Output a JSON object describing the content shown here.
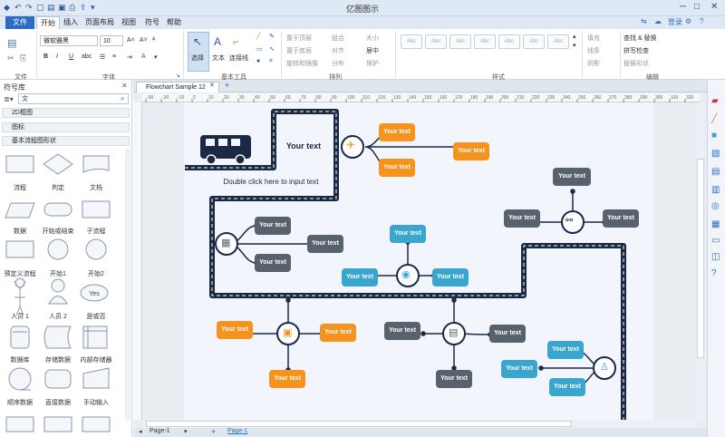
{
  "app": {
    "title": "亿图图示",
    "file_tab": "文件",
    "menu": [
      "开始",
      "插入",
      "页面布局",
      "视图",
      "符号",
      "帮助"
    ],
    "login": "登录"
  },
  "ribbon": {
    "font_name": "微软雅黑",
    "font_size": "10",
    "groups": {
      "file": "文件",
      "font": "字体",
      "basic_tools": "基本工具",
      "arrange": "排列",
      "style": "样式",
      "edit": "编辑"
    },
    "tools": {
      "select": "选择",
      "text": "文本",
      "connector": "连接线"
    },
    "arrange_items": [
      "置于顶层",
      "组合",
      "大小",
      "置于底层",
      "对齐",
      "居中",
      "旋转和镜像",
      "分布",
      "保护"
    ],
    "fill_items": [
      "填充",
      "线条",
      "阴影"
    ],
    "edit_items": [
      "查找 & 替换",
      "拼写检查",
      "替换形状"
    ],
    "style_sample": "Abc"
  },
  "library": {
    "title": "符号库",
    "search_value": "文",
    "sections": [
      "2D框图",
      "图标",
      "基本流程图形状"
    ],
    "shapes": [
      "流程",
      "判定",
      "文档",
      "数据",
      "开始或结束",
      "子流程",
      "预定义流程",
      "开始1",
      "开始2",
      "人员 1",
      "人员 2",
      "是或否",
      "数据库",
      "存储数据",
      "内部存储器",
      "顺序数据",
      "直接数据",
      "手动输入"
    ],
    "yes_label": "Yes"
  },
  "document": {
    "tab": "Flowchart Sample 12",
    "page_tab": "Page-1",
    "page_tab_active": "Page-1",
    "ruler_labels": [
      "-30",
      "-20",
      "-10",
      "0",
      "10",
      "20",
      "30",
      "40",
      "50",
      "60",
      "70",
      "80",
      "90",
      "100",
      "110",
      "120",
      "130",
      "140",
      "150",
      "160",
      "170",
      "180",
      "190",
      "200",
      "210",
      "220",
      "230",
      "240",
      "250",
      "260",
      "270",
      "280",
      "290",
      "300",
      "310",
      "320"
    ]
  },
  "diagram": {
    "main_text": "Your text",
    "hint": "Double click here to input text",
    "node_text": "Your text"
  },
  "colors": {
    "orange": "#f5931e",
    "gray": "#58626d",
    "teal": "#3aa6cf",
    "road": "#1a2a45",
    "accent": "#2b6cc4"
  }
}
